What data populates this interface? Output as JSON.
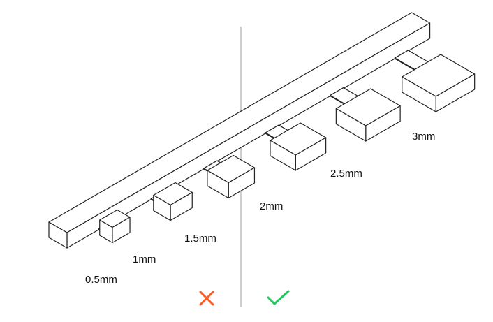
{
  "teeth": [
    {
      "label": "0.5mm",
      "size": 0.5
    },
    {
      "label": "1mm",
      "size": 1
    },
    {
      "label": "1.5mm",
      "size": 1.5
    },
    {
      "label": "2mm",
      "size": 2
    },
    {
      "label": "2.5mm",
      "size": 2.5
    },
    {
      "label": "3mm",
      "size": 3
    }
  ],
  "verdicts": {
    "left": "cross-icon",
    "right": "check-icon"
  },
  "colors": {
    "cross": "#ff5a1f",
    "check": "#22c55e",
    "divider": "#bdbdbd",
    "stroke": "#222222"
  }
}
